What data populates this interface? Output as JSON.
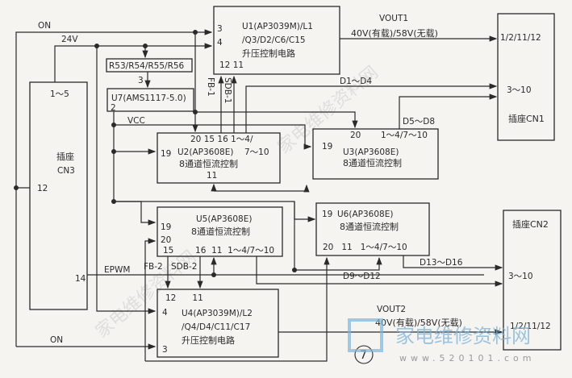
{
  "blocks": {
    "u1": {
      "pin3": "3",
      "pin4": "4",
      "line1": "U1(AP3039M)/L1",
      "line2": "/Q3/D2/C6/C15",
      "line3": "升压控制电路",
      "pins_bottom": "12 11"
    },
    "u2": {
      "pins_top": "20  15  16  1～4/",
      "pin19": "19",
      "line1": "U2(AP3608E)",
      "pins_right": "7～10",
      "line2": "8通道恒流控制",
      "pin11": "11"
    },
    "u3": {
      "pin20": "20",
      "pins_out": "1～4/7～10",
      "pin19": "19",
      "line1": "U3(AP3608E)",
      "line2": "8通道恒流控制"
    },
    "u4": {
      "pins_top": "12      11",
      "pin4": "4",
      "line1": "U4(AP3039M)/L2",
      "line2": "/Q4/D4/C11/C17",
      "line3": "升压控制电路",
      "pin3": "3"
    },
    "u5": {
      "line1": "U5(AP3608E)",
      "line2": "8通道恒流控制",
      "pin19": "19",
      "pin20": "20",
      "pins_bottom": "15        16  11  1～4/7～10"
    },
    "u6": {
      "pin19": "19",
      "line1": "U6(AP3608E)",
      "line2": "8通道恒流控制",
      "pins_bottom": "20   11   1～4/7～10"
    },
    "u7": {
      "label": "U7(AMS1117-5.0)",
      "pin2": "2",
      "pin3": "3"
    },
    "resistors": {
      "label": "R53/R54/R55/R56"
    },
    "cn1": {
      "pins_vout": "1/2/11/12",
      "pins_led": "3～10",
      "name": "插座CN1"
    },
    "cn2": {
      "name": "插座CN2",
      "pins_led": "3～10",
      "pins_vout": "1/2/11/12"
    },
    "cn3": {
      "pins_top": "1～5",
      "name1": "插座",
      "name2": "CN3",
      "pin12": "12",
      "pin14": "14"
    }
  },
  "signals": {
    "on_top": "ON",
    "v24": "24V",
    "vcc": "VCC",
    "fb1": "FB-1",
    "sdb1": "SDB-1",
    "vout1": "VOUT1",
    "vout1_spec": "40V(有载)/58V(无载)",
    "d1_d4": "D1～D4",
    "d5_d8": "D5～D8",
    "epwm": "EPWM",
    "fb2": "FB-2",
    "sdb2": "SDB-2",
    "d9_d12": "D9～D12",
    "d13_d16": "D13～D16",
    "vout2": "VOUT2",
    "vout2_spec": "40V(有载)/58V(无载)",
    "on_bottom": "ON"
  },
  "figure_number": "7",
  "watermark": {
    "logo": "家电维修资料网",
    "url": "www.520101.com"
  }
}
